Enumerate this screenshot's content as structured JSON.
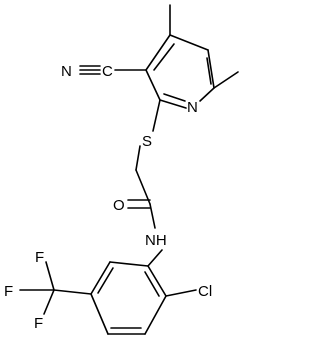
{
  "atoms": {
    "n_nitrile": "N",
    "c_nitrile": "C",
    "n_pyridine": "N",
    "s_thioether": "S",
    "o_carbonyl": "O",
    "nh_amide": "NH",
    "cl": "Cl",
    "f_top": "F",
    "f_left": "F",
    "f_bottom": "F"
  }
}
